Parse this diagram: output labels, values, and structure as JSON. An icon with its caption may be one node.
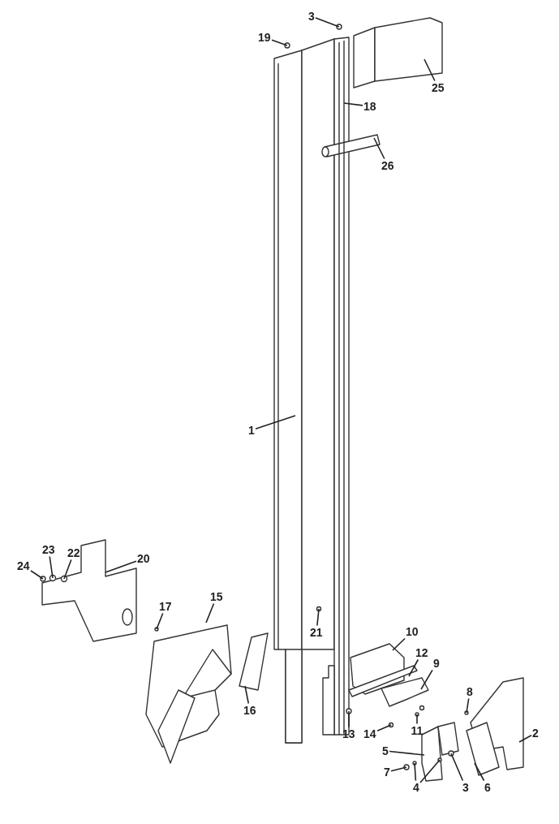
{
  "diagram": {
    "nodes": [
      {
        "text": [
          "3"
        ]
      },
      {
        "text": [
          "19"
        ]
      },
      {
        "text": [
          "25"
        ]
      },
      {
        "text": [
          "18"
        ]
      },
      {
        "text": [
          "26"
        ]
      },
      {
        "text": [
          "1"
        ]
      },
      {
        "text": [
          "24"
        ]
      },
      {
        "text": [
          "23"
        ]
      },
      {
        "text": [
          "22"
        ]
      },
      {
        "text": [
          "20"
        ]
      },
      {
        "text": [
          "15"
        ]
      },
      {
        "text": [
          "17"
        ]
      },
      {
        "text": [
          "21"
        ]
      },
      {
        "text": [
          "10"
        ]
      },
      {
        "text": [
          "12"
        ]
      },
      {
        "text": [
          "9"
        ]
      },
      {
        "text": [
          "8"
        ]
      },
      {
        "text": [
          "16"
        ]
      },
      {
        "text": [
          "14"
        ]
      },
      {
        "text": [
          "11"
        ]
      },
      {
        "text": [
          "13"
        ]
      },
      {
        "text": [
          "2"
        ]
      },
      {
        "text": [
          "5"
        ]
      },
      {
        "text": [
          "7"
        ]
      },
      {
        "text": [
          "4"
        ]
      },
      {
        "text": [
          "3"
        ]
      },
      {
        "text": [
          "6"
        ]
      }
    ],
    "edges": [
      {
        "from": 0,
        "to": null,
        "arrow": "none"
      },
      {
        "from": 1,
        "to": null,
        "arrow": "none"
      },
      {
        "from": 2,
        "to": null,
        "arrow": "none"
      },
      {
        "from": 3,
        "to": null,
        "arrow": "none"
      },
      {
        "from": 4,
        "to": null,
        "arrow": "none"
      },
      {
        "from": 5,
        "to": null,
        "arrow": "none"
      },
      {
        "from": 6,
        "to": null,
        "arrow": "none"
      },
      {
        "from": 7,
        "to": null,
        "arrow": "none"
      },
      {
        "from": 8,
        "to": null,
        "arrow": "none"
      },
      {
        "from": 9,
        "to": null,
        "arrow": "none"
      },
      {
        "from": 10,
        "to": null,
        "arrow": "none"
      },
      {
        "from": 11,
        "to": null,
        "arrow": "none"
      },
      {
        "from": 12,
        "to": null,
        "arrow": "none"
      },
      {
        "from": 13,
        "to": null,
        "arrow": "none"
      },
      {
        "from": 14,
        "to": null,
        "arrow": "none"
      },
      {
        "from": 15,
        "to": null,
        "arrow": "none"
      },
      {
        "from": 16,
        "to": null,
        "arrow": "none"
      },
      {
        "from": 17,
        "to": null,
        "arrow": "none"
      },
      {
        "from": 18,
        "to": null,
        "arrow": "none"
      },
      {
        "from": 19,
        "to": null,
        "arrow": "none"
      },
      {
        "from": 20,
        "to": null,
        "arrow": "none"
      },
      {
        "from": 21,
        "to": null,
        "arrow": "none"
      },
      {
        "from": 22,
        "to": null,
        "arrow": "none"
      },
      {
        "from": 23,
        "to": null,
        "arrow": "none"
      },
      {
        "from": 24,
        "to": null,
        "arrow": "none"
      },
      {
        "from": 24,
        "to": null,
        "arrow": "none"
      },
      {
        "from": 25,
        "to": null,
        "arrow": "none"
      },
      {
        "from": 26,
        "to": null,
        "arrow": "none"
      }
    ]
  }
}
